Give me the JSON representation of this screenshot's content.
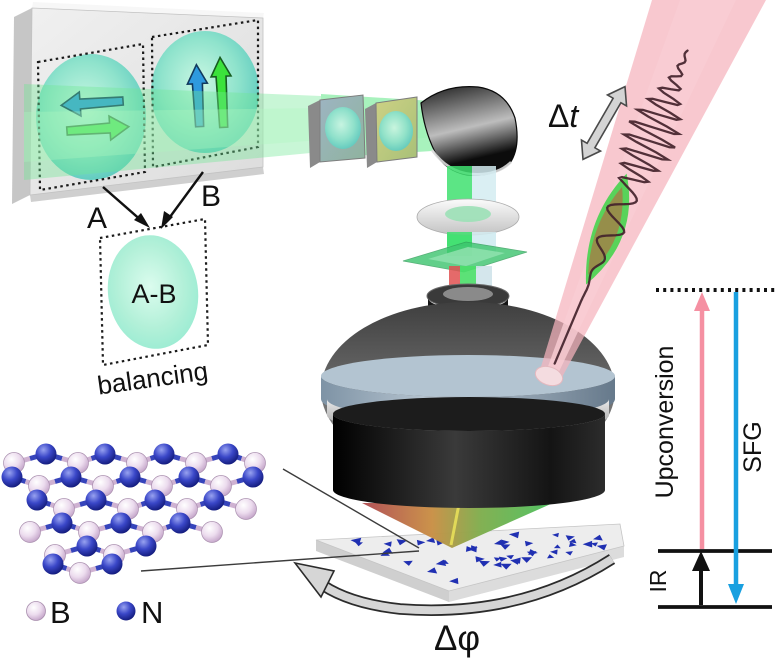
{
  "detector": {
    "label_a": "A",
    "label_b": "B",
    "difference_label": "A-B",
    "balancing_label": "balancing"
  },
  "delay": {
    "delta": "Δ",
    "t": "t"
  },
  "rotation": {
    "label": "Δφ"
  },
  "energy_diagram": {
    "upconversion_label": "Upconversion",
    "sfg_label": "SFG",
    "ir_label": "IR"
  },
  "lattice_legend": {
    "boron_label": "B",
    "nitrogen_label": "N"
  },
  "colors": {
    "beam_green": "#4ae274",
    "beam_pink": "#f5b3bd",
    "pulse_green": "#46d44c",
    "overlap_olive": "#9a8a4a",
    "arrow_blue": "#2e9ade",
    "arrow_green": "#3be23b",
    "upconversion_pink": "#f590a2",
    "sfg_blue": "#19a0e0",
    "boron_pink": "#e3c6e0",
    "nitrogen_blue": "#2a35a8",
    "flake_blue": "#2030b2",
    "spot_teal": "#5fc9c0"
  }
}
